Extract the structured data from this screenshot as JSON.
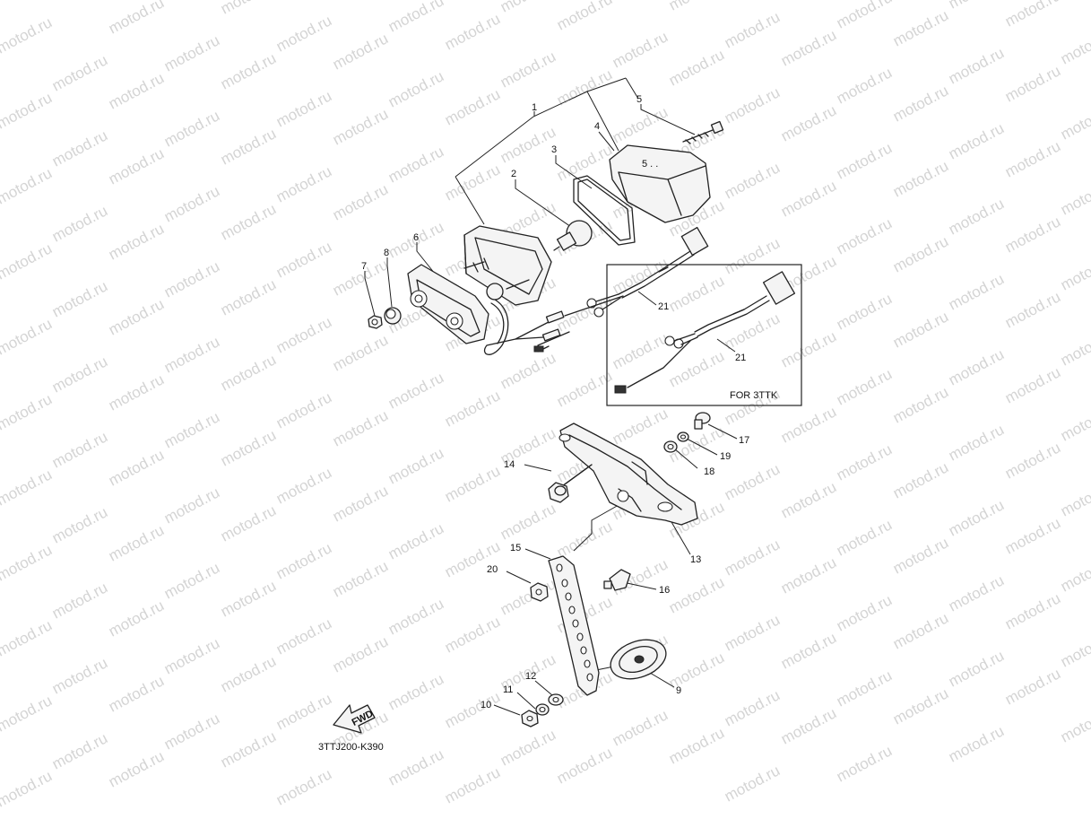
{
  "watermark": "motod.ru",
  "diagram_code": "3TTJ200-K390",
  "fwd_label": "FWD",
  "inset_label": "FOR 3TTK",
  "callouts": [
    {
      "id": "1",
      "label": "1"
    },
    {
      "id": "2",
      "label": "2"
    },
    {
      "id": "3",
      "label": "3"
    },
    {
      "id": "4",
      "label": "4"
    },
    {
      "id": "5",
      "label": "5"
    },
    {
      "id": "6",
      "label": "6"
    },
    {
      "id": "7",
      "label": "7"
    },
    {
      "id": "8",
      "label": "8"
    },
    {
      "id": "9",
      "label": "9"
    },
    {
      "id": "10",
      "label": "10"
    },
    {
      "id": "11",
      "label": "11"
    },
    {
      "id": "12",
      "label": "12"
    },
    {
      "id": "13",
      "label": "13"
    },
    {
      "id": "14",
      "label": "14"
    },
    {
      "id": "15",
      "label": "15"
    },
    {
      "id": "16",
      "label": "16"
    },
    {
      "id": "17",
      "label": "17"
    },
    {
      "id": "18",
      "label": "18"
    },
    {
      "id": "19",
      "label": "19"
    },
    {
      "id": "20",
      "label": "20"
    },
    {
      "id": "21a",
      "label": "21"
    },
    {
      "id": "21b",
      "label": "21"
    }
  ]
}
